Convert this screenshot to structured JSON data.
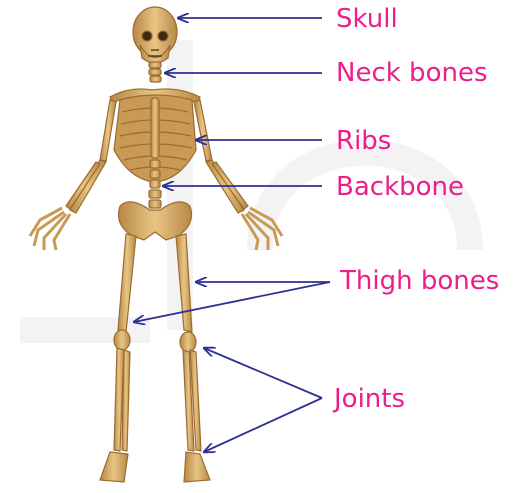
{
  "colors": {
    "label": "#ec1e8c",
    "arrow": "#2d3192",
    "bone": "#d9b06a",
    "bone_shadow": "#a9793a",
    "watermark": "#f2f2f2"
  },
  "labels": {
    "skull": "Skull",
    "neck_bones": "Neck bones",
    "ribs": "Ribs",
    "backbone": "Backbone",
    "thigh_bones": "Thigh bones",
    "joints": "Joints"
  }
}
